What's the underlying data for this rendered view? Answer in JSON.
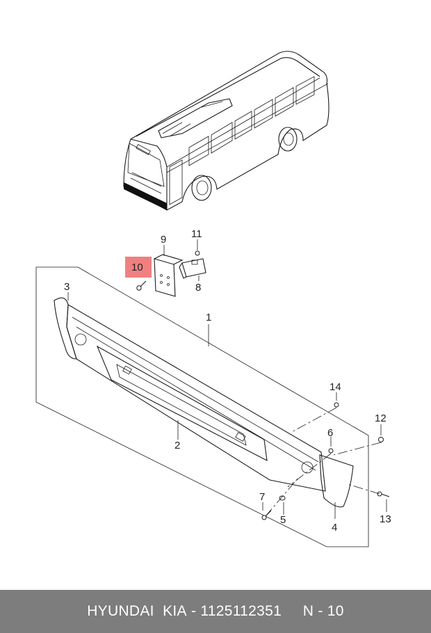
{
  "callouts": {
    "c1": "1",
    "c2": "2",
    "c3": "3",
    "c4": "4",
    "c5": "5",
    "c6": "6",
    "c7": "7",
    "c8": "8",
    "c9": "9",
    "c10": "10",
    "c11": "11",
    "c12": "12",
    "c13": "13",
    "c14": "14"
  },
  "highlight_color": "#f08080",
  "footer": {
    "brand": "HYUNDAI  KIA",
    "sep1": " - ",
    "part_number": "1125112351",
    "gap": "     ",
    "ref": "N - 10"
  }
}
